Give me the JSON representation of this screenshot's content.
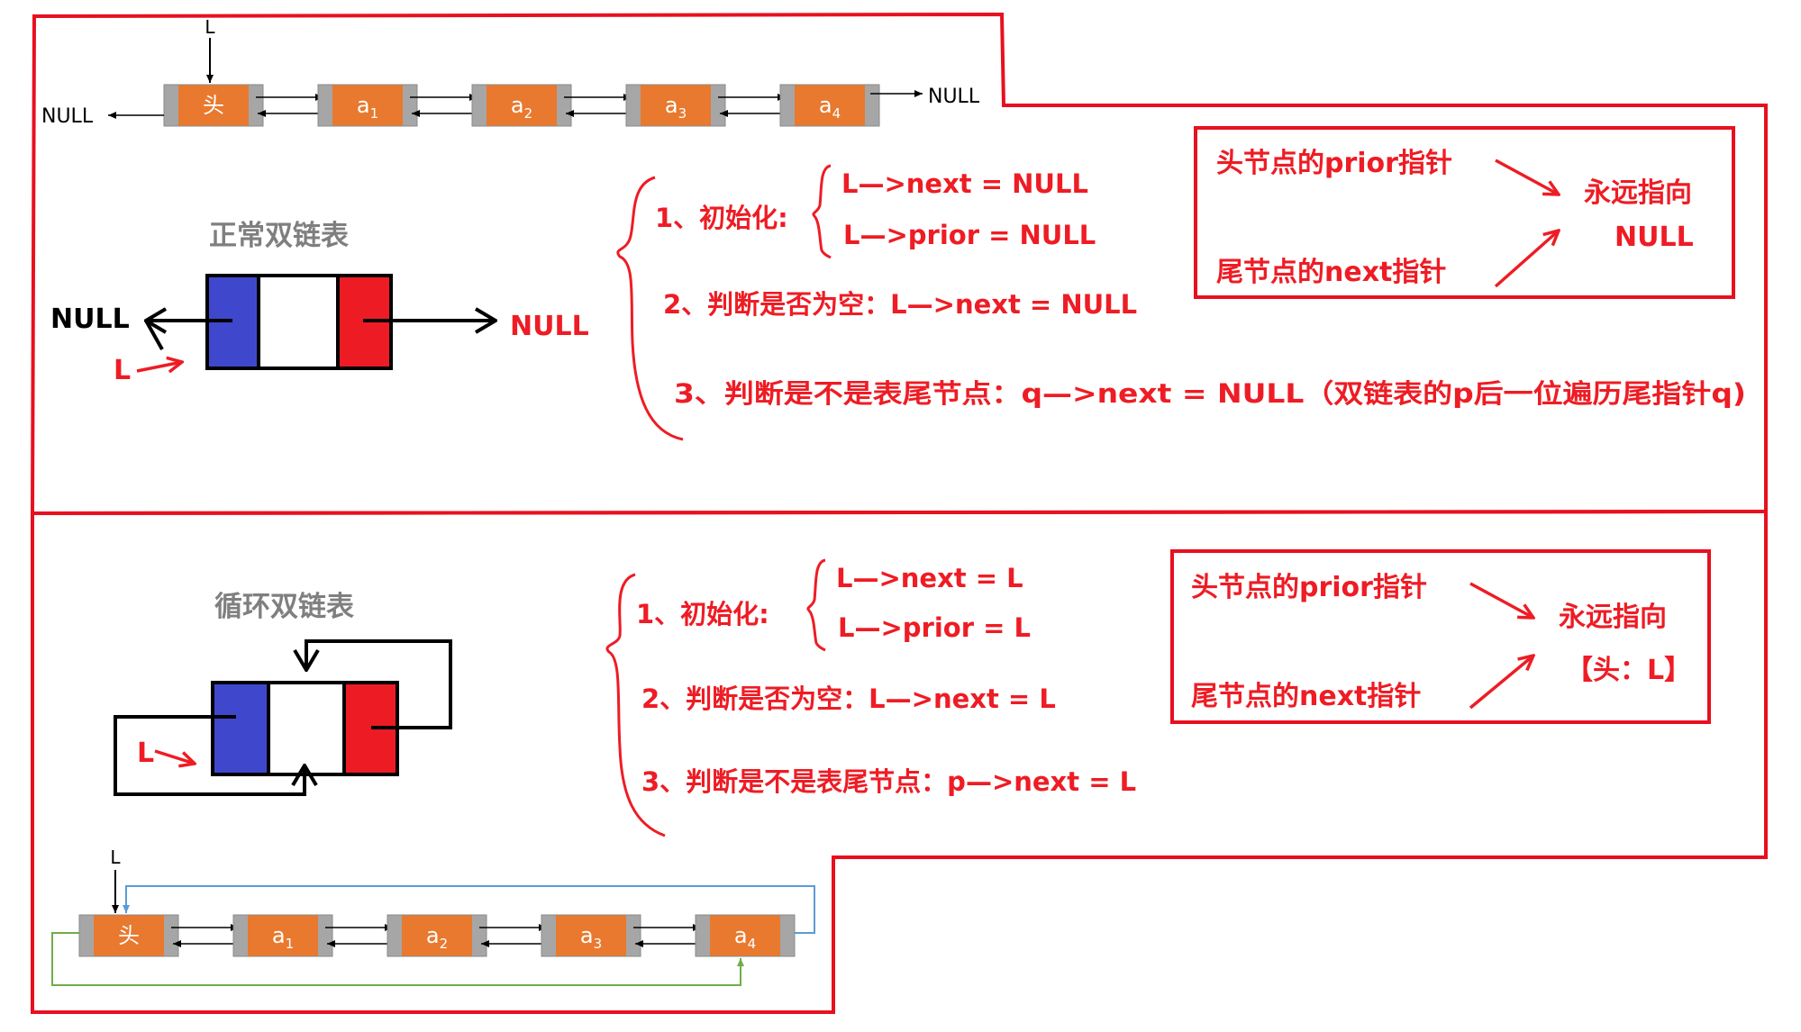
{
  "colors": {
    "frame": "#e8101f",
    "annotation_red": "#ee1c24",
    "node_orange": "#e8792e",
    "node_gray": "#a6a6a6",
    "prev_blue": "#3f48cc",
    "next_red": "#ed1c24",
    "title_gray": "#7f7f7f",
    "loop_blue": "#5b9bd5",
    "loop_green": "#70ad47"
  },
  "top": {
    "chain": {
      "head_pointer": "L",
      "left_null": "NULL",
      "right_null": "NULL",
      "nodes": [
        {
          "label": "头",
          "sub": ""
        },
        {
          "label": "a",
          "sub": "1"
        },
        {
          "label": "a",
          "sub": "2"
        },
        {
          "label": "a",
          "sub": "3"
        },
        {
          "label": "a",
          "sub": "4"
        }
      ]
    },
    "title": "正常双链表",
    "node_left_null": "NULL",
    "node_right_null": "NULL",
    "pointer_label": "L",
    "rules": {
      "init_label": "1、初始化:",
      "init_next": "L—>next = NULL",
      "init_prior": "L—>prior = NULL",
      "empty": "2、判断是否为空：L—>next = NULL",
      "tail": "3、判断是不是表尾节点：q—>next = NULL（双链表的p后一位遍历尾指针q)"
    },
    "note": {
      "line1": "头节点的prior指针",
      "line2": "尾节点的next指针",
      "result1": "永远指向",
      "result2": "NULL"
    }
  },
  "bottom": {
    "title": "循环双链表",
    "pointer_label": "L",
    "rules": {
      "init_label": "1、初始化:",
      "init_next": "L—>next =  L",
      "init_prior": "L—>prior =  L",
      "empty": "2、判断是否为空：L—>next =   L",
      "tail": "3、判断是不是表尾节点：p—>next =   L"
    },
    "note": {
      "line1": "头节点的prior指针",
      "line2": "尾节点的next指针",
      "result1": "永远指向",
      "result2": "【头：L】"
    },
    "chain": {
      "head_pointer": "L",
      "nodes": [
        {
          "label": "头",
          "sub": ""
        },
        {
          "label": "a",
          "sub": "1"
        },
        {
          "label": "a",
          "sub": "2"
        },
        {
          "label": "a",
          "sub": "3"
        },
        {
          "label": "a",
          "sub": "4"
        }
      ]
    }
  }
}
